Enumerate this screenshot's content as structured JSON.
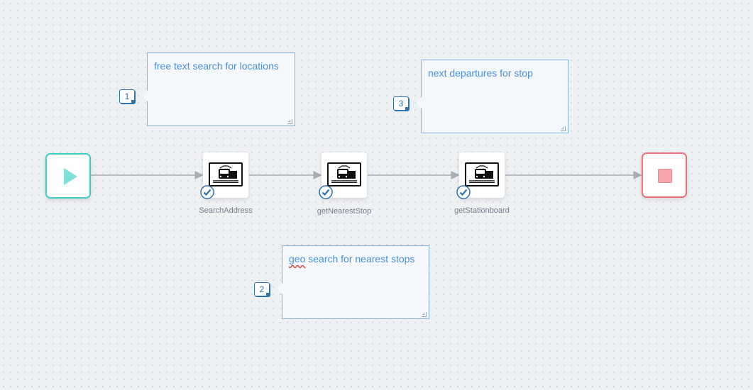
{
  "notes": [
    {
      "badge": "1",
      "text": "free text search for locations"
    },
    {
      "badge": "3",
      "text": "next departures for stop"
    },
    {
      "badge": "2",
      "text_misspelled": "geo",
      "text": " search for nearest stops"
    }
  ],
  "tasks": [
    {
      "label": "SearchAddress"
    },
    {
      "label": "getNearestStop"
    },
    {
      "label": "getStationboard"
    }
  ],
  "icons": {
    "start": "play-icon",
    "end": "stop-icon",
    "task": "train-icon",
    "status": "check-circle-icon"
  },
  "colors": {
    "start": "#3ecfc4",
    "end": "#f0707a",
    "note_text": "#4a90d9",
    "badge": "#2f72b0",
    "connector": "#a7adb4"
  }
}
